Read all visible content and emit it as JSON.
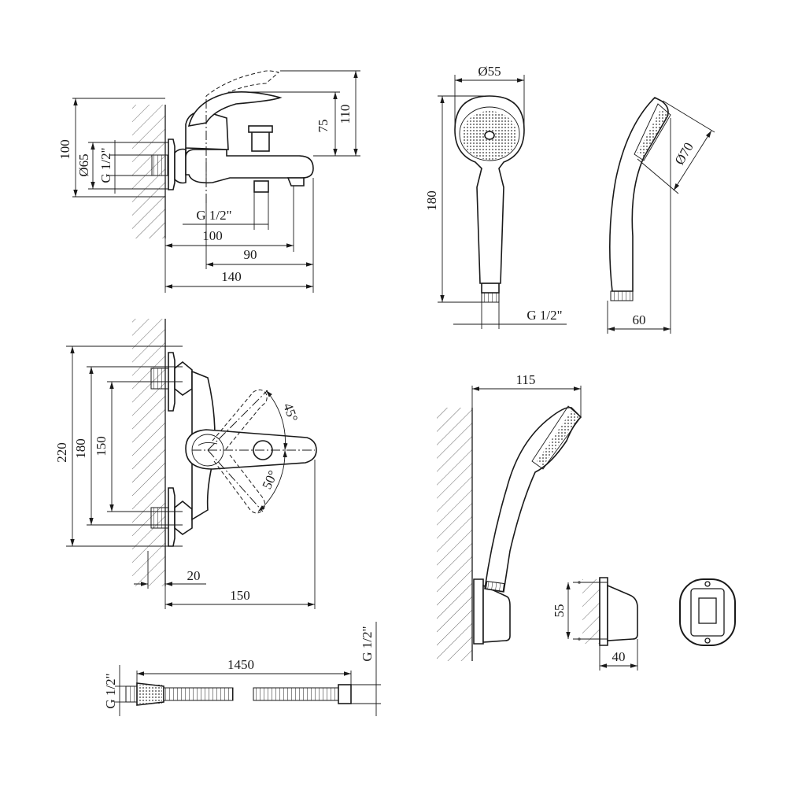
{
  "drawing": {
    "top_left_view": {
      "dims": {
        "d100_height": "100",
        "d65_dia": "Ø65",
        "g12_left": "G 1/2\"",
        "d75": "75",
        "d110": "110",
        "g12_bottom": "G 1/2\"",
        "d100_horizontal": "100",
        "d90": "90",
        "d140": "140"
      }
    },
    "hand_shower_views": {
      "dims": {
        "d55_dia": "Ø55",
        "d180": "180",
        "g12": "G 1/2\"",
        "d70_dia": "Ø70",
        "d60": "60"
      }
    },
    "front_view": {
      "dims": {
        "d220": "220",
        "d180": "180",
        "d150_vertical": "150",
        "a45": "45°",
        "a50": "50°",
        "d20": "20",
        "d150_horizontal": "150"
      }
    },
    "mounted_shower_view": {
      "dims": {
        "d115": "115",
        "d55": "55",
        "d40": "40"
      }
    },
    "hose_view": {
      "dims": {
        "g12_left": "G 1/2\"",
        "d1450": "1450",
        "g12_right": "G 1/2\""
      }
    }
  }
}
